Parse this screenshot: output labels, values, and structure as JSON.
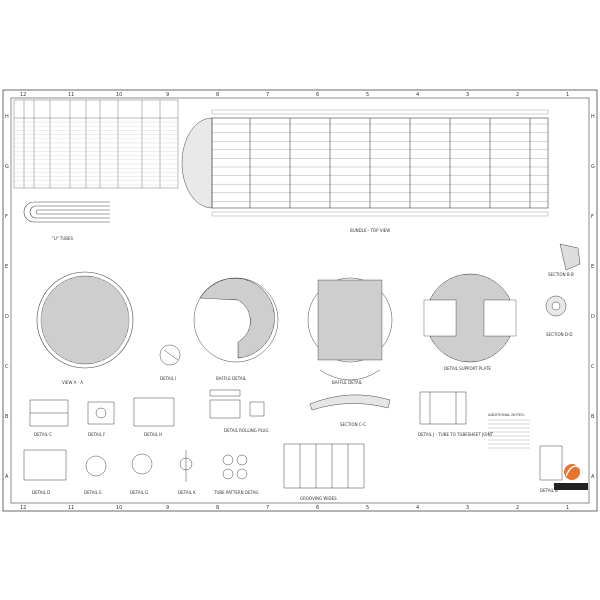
{
  "frame": {
    "columns": [
      "12",
      "11",
      "10",
      "9",
      "8",
      "7",
      "6",
      "5",
      "4",
      "3",
      "2",
      "1"
    ],
    "rows": [
      "H",
      "G",
      "F",
      "E",
      "D",
      "C",
      "B",
      "A"
    ]
  },
  "titles": {
    "u_tubes": "\"U\" TUBES",
    "bundle": "BUNDLE - TOP VIEW",
    "view_aa": "VIEW A - A",
    "detail_i": "DETAIL I",
    "baffle_detail_1": "BAFFLE DETAIL",
    "baffle_detail_2": "BAFFLE DETAIL",
    "support_plate": "DETAIL SUPPORT PLATE",
    "section_b": "SECTION B-B",
    "section_d": "SECTION D-D",
    "detail_c": "DETAIL C",
    "detail_f": "DETAIL F",
    "detail_h": "DETAIL H",
    "rolling": "DETAIL ROLLING PLUG",
    "section_cc": "SECTION C-C",
    "detail_j": "DETAIL J - TUBE TO TUBESHEET JOINT",
    "detail_d": "DETAIL D",
    "detail_e": "DETAIL E",
    "detail_g": "DETAIL G",
    "detail_k": "DETAIL K",
    "tube_pattern": "TUBE PATTERN DETAIL",
    "grooving": "GROOVING WIDES",
    "detail_b": "DETAIL B"
  },
  "notes": {
    "heading": "ADDITIONAL NOTES:"
  },
  "colors": {
    "line": "#3a3a3a",
    "accent": "#e05a1a",
    "fill": "#f2f2f2"
  }
}
